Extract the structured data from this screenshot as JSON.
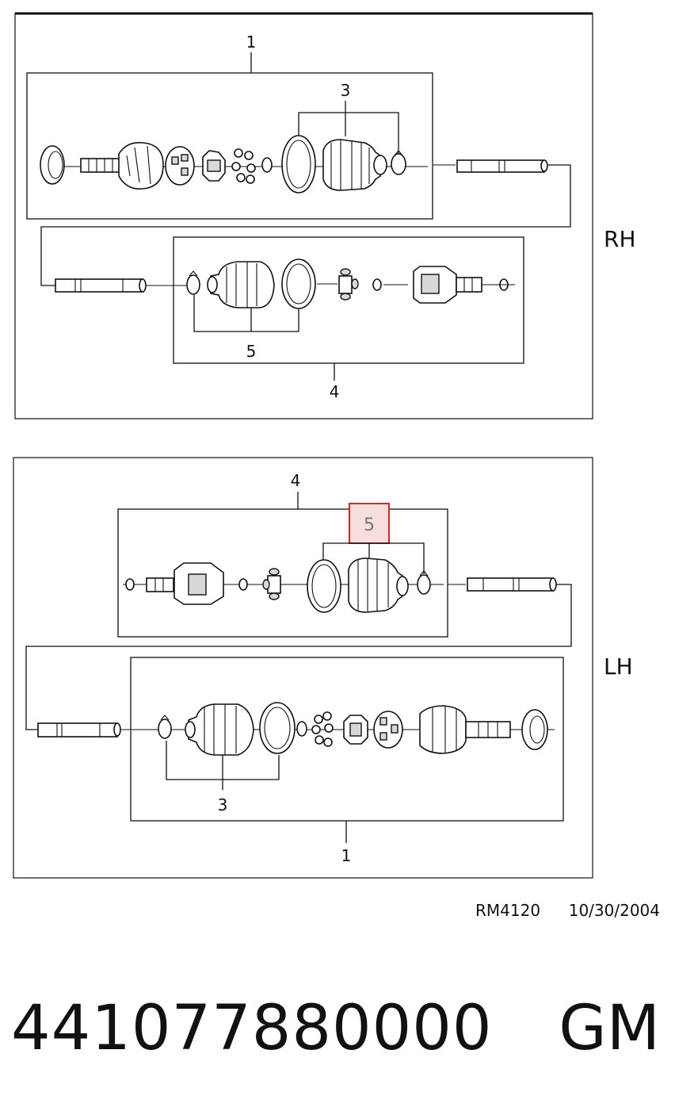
{
  "rh": {
    "side_label": "RH",
    "callouts": {
      "c1": "1",
      "c3": "3",
      "c4": "4",
      "c5": "5"
    }
  },
  "lh": {
    "side_label": "LH",
    "callouts": {
      "c4": "4",
      "c5": "5",
      "c3": "3",
      "c1": "1"
    },
    "highlighted_callout": "5"
  },
  "footer": {
    "reference": "RM4120",
    "date": "10/30/2004",
    "part_number": "441077880000",
    "brand": "GM"
  },
  "colors": {
    "line": "#111111",
    "highlight_border": "#d62a2a",
    "highlight_fill": "#f7dede",
    "highlight_text": "#777777"
  }
}
